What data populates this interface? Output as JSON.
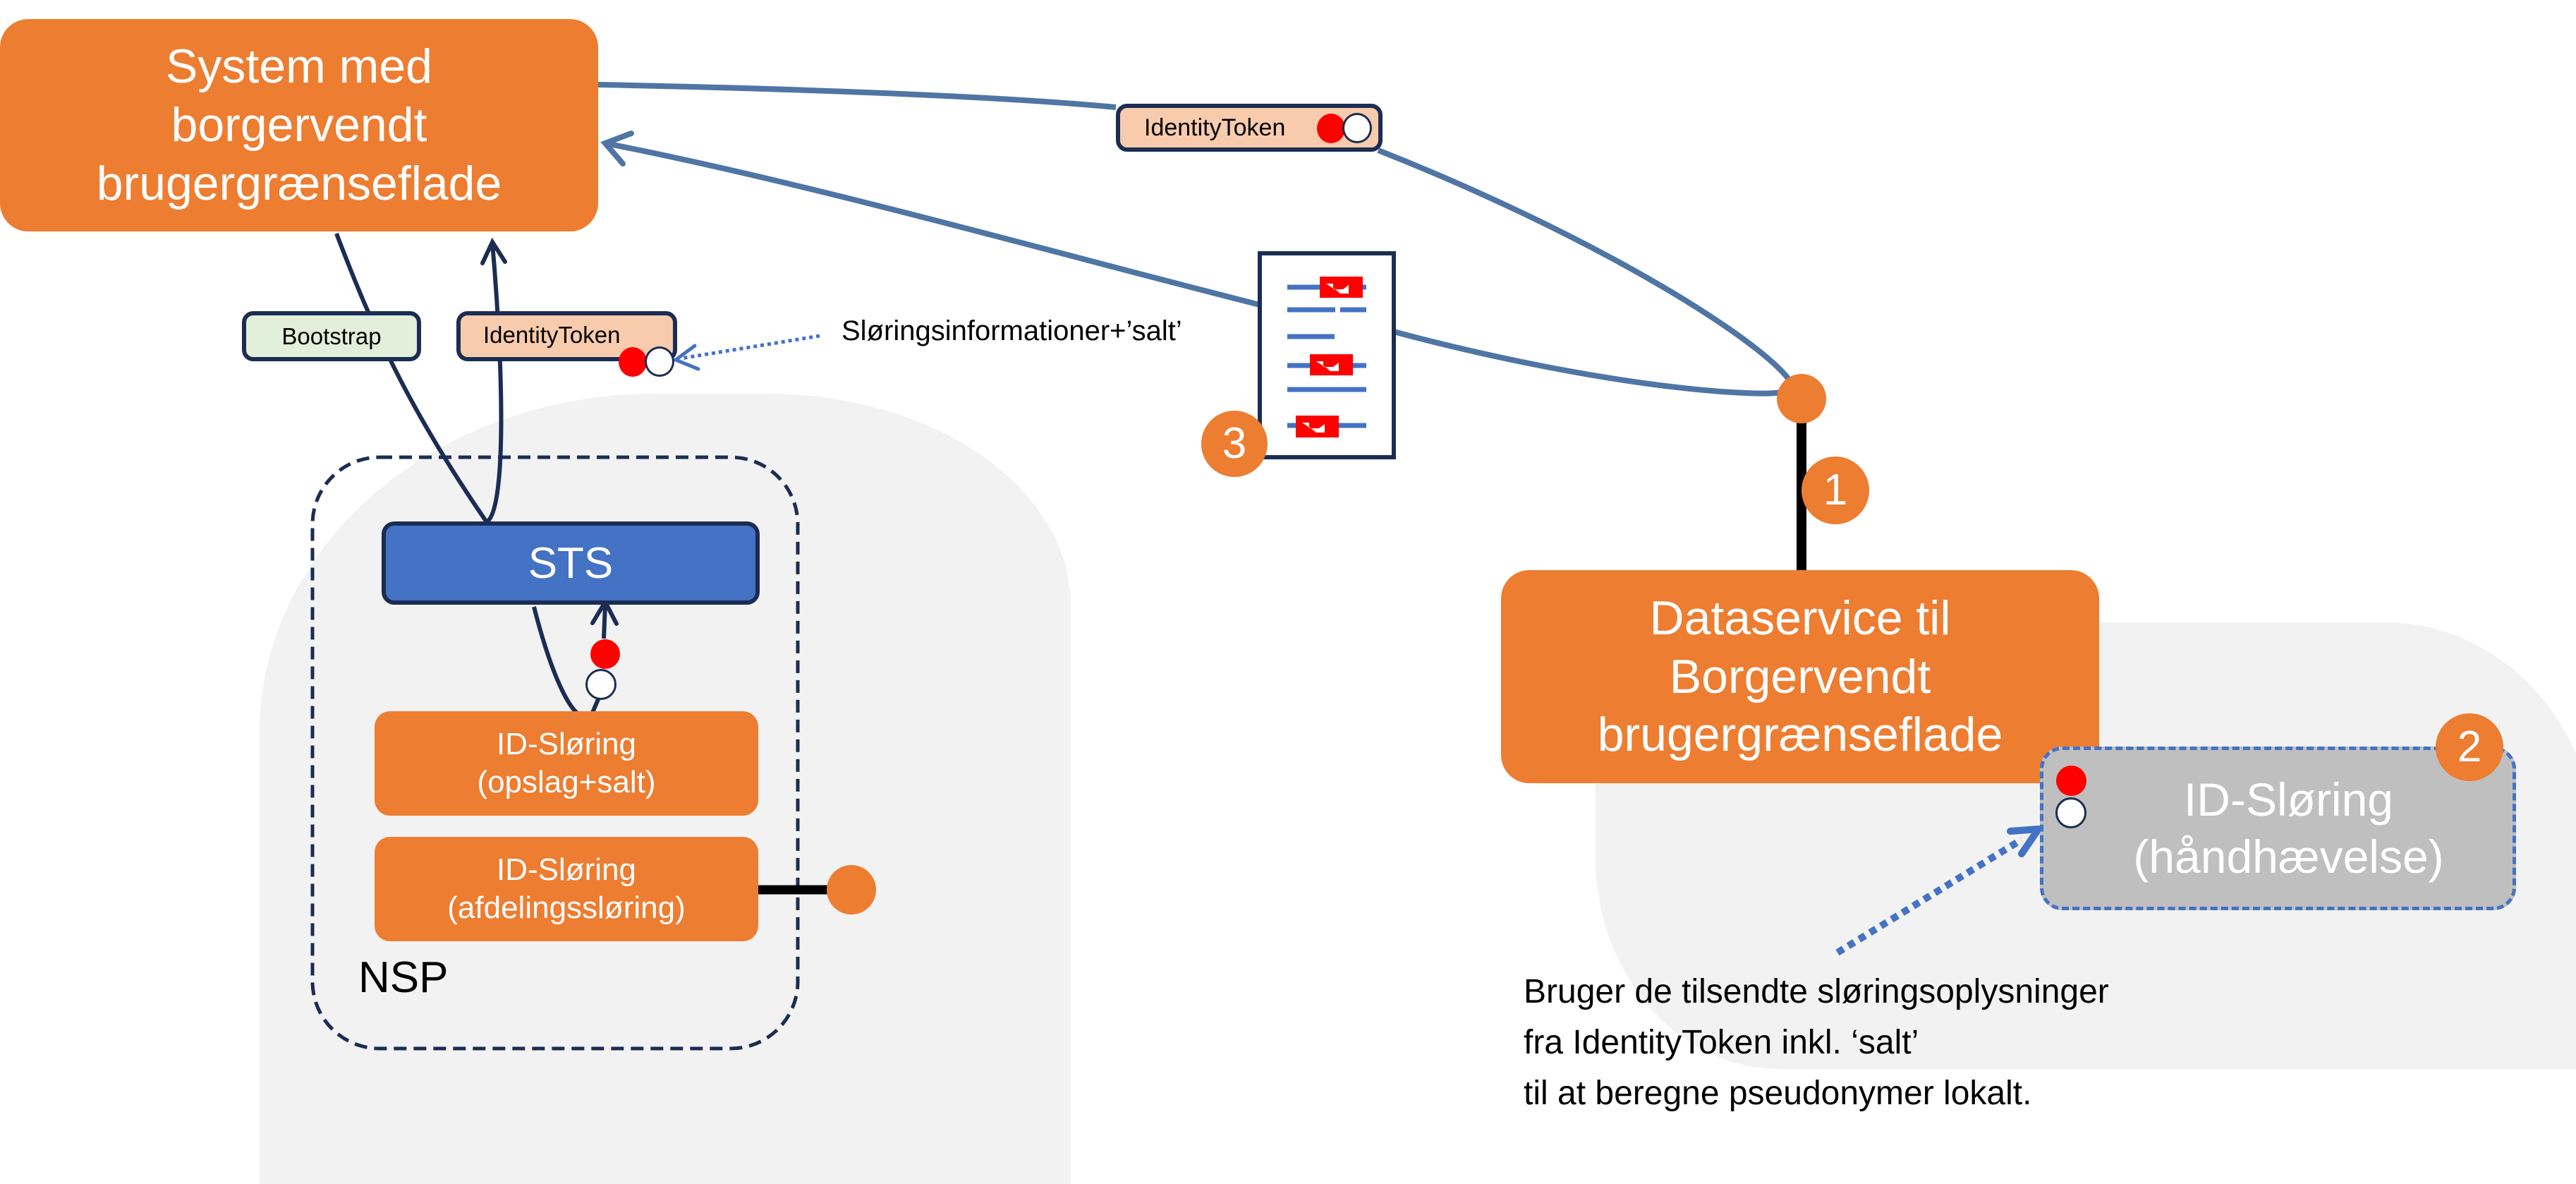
{
  "diagram": {
    "colors": {
      "orange": "#ed7d31",
      "blue_box": "#4472c4",
      "navy": "#1b2d53",
      "steel_blue_line": "#4f75a5",
      "dotted_blue": "#4472c4",
      "token_red": "#ff0000",
      "gray_zone": "#f2f2f2",
      "gray_box": "#bfbfbf",
      "bootstrap_fill": "#e2efda",
      "token_fill": "#f8cbad"
    },
    "system_box": {
      "lines": [
        "System med",
        "borgervendt",
        "brugergrænseflade"
      ]
    },
    "bootstrap_tag": {
      "label": "Bootstrap"
    },
    "identity_token_left": {
      "label": "IdentityToken"
    },
    "identity_token_top": {
      "label": "IdentityToken"
    },
    "obfuscation_info_label": "Sløringsinformationer+’salt’",
    "nsp": {
      "label": "NSP",
      "sts": {
        "label": "STS"
      },
      "lookup_box": {
        "lines": [
          "ID-Sløring",
          "(opslag+salt)"
        ]
      },
      "department_box": {
        "lines": [
          "ID-Sløring",
          "(afdelingssløring)"
        ]
      }
    },
    "dataservice_box": {
      "lines": [
        "Dataservice til",
        "Borgervendt",
        "brugergrænseflade"
      ]
    },
    "enforcement_box": {
      "lines": [
        "ID-Sløring",
        "(håndhævelse)"
      ]
    },
    "badges": [
      "1",
      "2",
      "3"
    ],
    "note": {
      "lines": [
        "Bruger de tilsendte sløringsoplysninger",
        "fra IdentityToken inkl. ‘salt’",
        "til at beregne pseudonymer lokalt."
      ]
    },
    "token_icon": {
      "parts": [
        "red-dot",
        "white-dot"
      ]
    },
    "document_icon": {
      "description": "document-with-redactions",
      "redacted_lines": 3
    }
  }
}
